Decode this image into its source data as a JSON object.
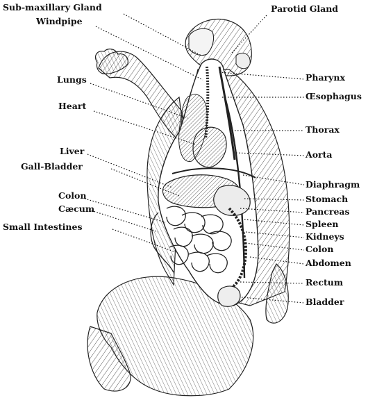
{
  "labels": {
    "sub_maxillary_gland": "Sub-maxillary Gland",
    "windpipe": "Windpipe",
    "parotid_gland": "Parotid Gland",
    "lungs": "Lungs",
    "heart": "Heart",
    "liver": "Liver",
    "gall_bladder": "Gall-Bladder",
    "colon_left": "Colon",
    "caecum": "Cæcum",
    "small_intestines": "Small Intestines",
    "pharynx": "Pharynx",
    "oesophagus": "Œsophagus",
    "thorax": "Thorax",
    "aorta": "Aorta",
    "diaphragm": "Diaphragm",
    "stomach": "Stomach",
    "pancreas": "Pancreas",
    "spleen": "Spleen",
    "kidneys": "Kidneys",
    "colon_right": "Colon",
    "abdomen": "Abdomen",
    "rectum": "Rectum",
    "bladder": "Bladder"
  },
  "colors": {
    "ink": "#111111",
    "fur": "#4a4a4a",
    "background": "#ffffff"
  }
}
